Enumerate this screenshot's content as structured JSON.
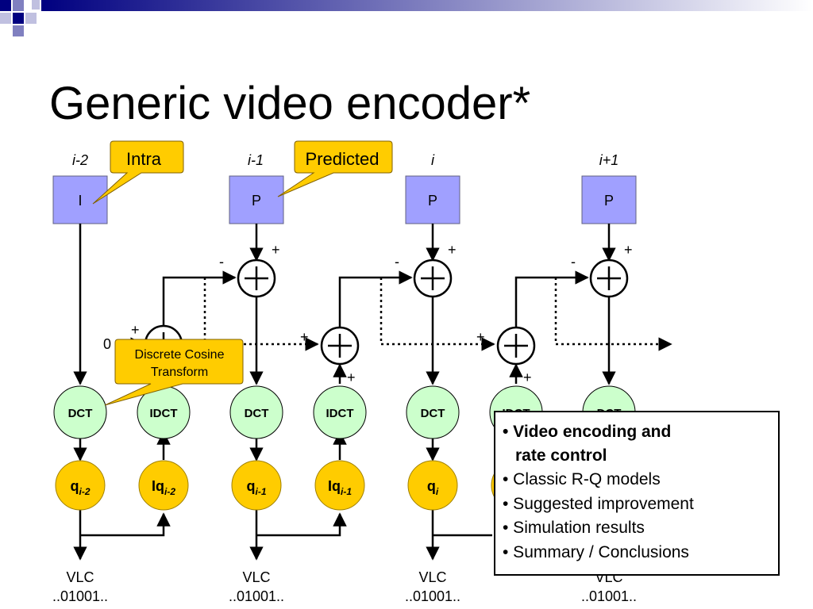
{
  "title": "Generic video encoder*",
  "colors": {
    "frame_fill": "#a0a0ff",
    "node_dct_fill": "#ccffcc",
    "node_q_fill": "#ffcc00",
    "callout_fill": "#ffcc00",
    "title_bar_start": "#000080",
    "title_bar_end": "#ffffff"
  },
  "frame_indices": [
    "i-2",
    "i-1",
    "i",
    "i+1"
  ],
  "frames": [
    {
      "type": "I"
    },
    {
      "type": "P"
    },
    {
      "type": "P"
    },
    {
      "type": "P"
    }
  ],
  "callouts": {
    "intra": "Intra",
    "predicted": "Predicted",
    "dct_line1": "Discrete Cosine",
    "dct_line2": "Transform"
  },
  "nodes": {
    "dct": "DCT",
    "idct": "IDCT",
    "q": "q",
    "iq": "Iq",
    "q_subs": [
      "i-2",
      "i-1",
      "i"
    ],
    "iq_subs": [
      "i-2",
      "i-1"
    ]
  },
  "signs": {
    "plus": "+",
    "minus": "-",
    "zero": "0"
  },
  "vlc": {
    "label": "VLC",
    "bits": "..01001.."
  },
  "bullets": [
    {
      "text": "• Video encoding and",
      "bold": true
    },
    {
      "text": "rate control",
      "bold": true
    },
    {
      "text": "• Classic R-Q models",
      "bold": false
    },
    {
      "text": "• Suggested improvement",
      "bold": false
    },
    {
      "text": "• Simulation results",
      "bold": false
    },
    {
      "text": "• Summary / Conclusions",
      "bold": false
    }
  ]
}
